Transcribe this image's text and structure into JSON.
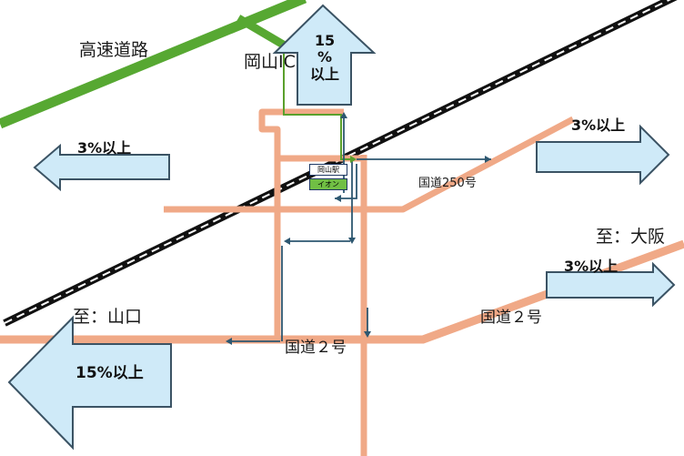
{
  "labels": {
    "highway": "高速道路",
    "okayama_ic": "岡山IC",
    "route250": "国道250号",
    "route2_center": "国道２号",
    "route2_right": "国道２号",
    "to_osaka": "至：大阪",
    "to_yamaguchi": "至：山口"
  },
  "arrows": {
    "north": "15\n%\n以上",
    "west_upper": "3%以上",
    "east_upper": "3%以上",
    "east_lower": "3%以上",
    "west_lower": "15%以上"
  },
  "stations": {
    "okayama_station": "岡山駅",
    "aeon": "イオン"
  },
  "colors": {
    "road": "#f0a987",
    "highway": "#57a832",
    "arrow_fill": "#cfeaf8",
    "arrow_stroke": "#3b5364",
    "flow_line": "#2d5770",
    "ic_route": "#5aa02c",
    "aeon_fill": "#70bf44"
  }
}
